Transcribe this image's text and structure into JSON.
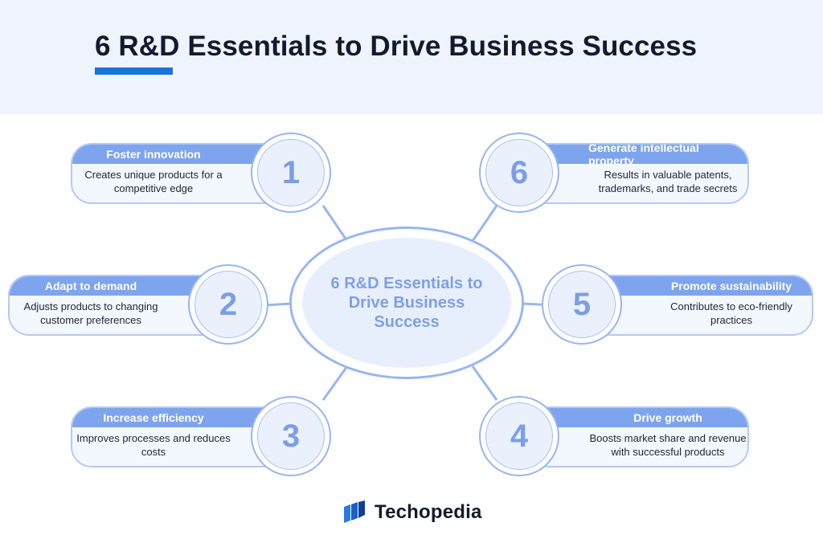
{
  "header": {
    "title": "6 R&D Essentials to Drive Business Success"
  },
  "center": {
    "text": "6 R&D Essentials to Drive Business Success"
  },
  "items": [
    {
      "number": "1",
      "title": "Foster innovation",
      "desc": "Creates unique products for a competitive edge"
    },
    {
      "number": "2",
      "title": "Adapt to demand",
      "desc": "Adjusts products to changing customer preferences"
    },
    {
      "number": "3",
      "title": "Increase efficiency",
      "desc": "Improves processes and reduces costs"
    },
    {
      "number": "4",
      "title": "Drive growth",
      "desc": "Boosts market share and revenue with successful products"
    },
    {
      "number": "5",
      "title": "Promote sustainability",
      "desc": "Contributes to eco-friendly practices"
    },
    {
      "number": "6",
      "title": "Generate intellectual property",
      "desc": "Results in valuable patents, trademarks, and trade secrets"
    }
  ],
  "footer": {
    "brand": "Techopedia",
    "logo_icon": "techopedia-logo-icon"
  },
  "colors": {
    "accent": "#1a73d9",
    "card_header": "#7ea4ee",
    "ring": "#98b6ef",
    "number": "#7c9ee6"
  }
}
